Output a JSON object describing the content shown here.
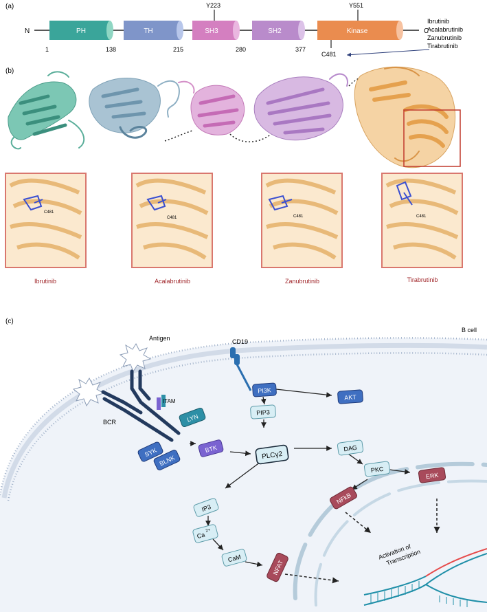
{
  "panel_a": {
    "label": "(a)",
    "n_term": "N",
    "c_term": "C",
    "domains": [
      {
        "name": "PH",
        "color": "#3aa59a",
        "cap": "#8fd6c3"
      },
      {
        "name": "TH",
        "color": "#7f95c9",
        "cap": "#b7c6ea"
      },
      {
        "name": "SH3",
        "color": "#d47fc0",
        "cap": "#eab7e0"
      },
      {
        "name": "SH2",
        "color": "#b98bcb",
        "cap": "#dcc2e8"
      },
      {
        "name": "Kinase",
        "color": "#ea8c4f",
        "cap": "#f7c2a0"
      }
    ],
    "positions": [
      "1",
      "138",
      "215",
      "280",
      "377"
    ],
    "site_y223": "Y223",
    "site_y551": "Y551",
    "site_c481": "C481",
    "drugs": [
      "Ibrutinib",
      "Acalabrutinib",
      "Zanubrutinib",
      "Tirabrutinib"
    ]
  },
  "panel_b": {
    "label": "(b)",
    "residue": "C481",
    "insets": [
      "Ibrutinib",
      "Acalabrutinib",
      "Zanubrutinib",
      "Tirabrutinib"
    ]
  },
  "panel_c": {
    "label": "(c)",
    "cell": "B cell",
    "antigen": "Antigen",
    "cd19": "CD19",
    "bcr": "BCR",
    "itam": "ITAM",
    "nodes": {
      "pi3k": "PI3K",
      "akt": "AKT",
      "pip3": "PIP3",
      "lyn": "LYN",
      "syk": "SYK",
      "blnk": "BLNK",
      "btk": "BTK",
      "plc": "PLCγ2",
      "dag": "DAG",
      "pkc": "PKC",
      "erk": "ERK",
      "nfkb": "NFkB",
      "ip3": "IP3",
      "ca": "Ca",
      "ca_sup": "2+",
      "cam": "CaM",
      "nfat": "NFAT"
    },
    "activation": [
      "Activation of",
      "Transcription"
    ],
    "colors": {
      "blue": "#3f6fc1",
      "purple": "#7a63d1",
      "light": "#d8eef5",
      "red": "#a84a5b"
    }
  }
}
